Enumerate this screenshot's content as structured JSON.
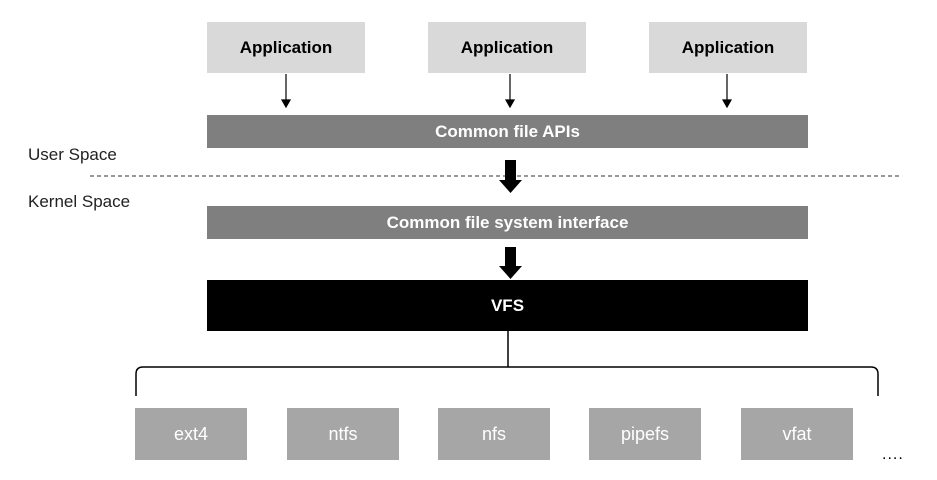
{
  "applications": [
    {
      "label": "Application"
    },
    {
      "label": "Application"
    },
    {
      "label": "Application"
    }
  ],
  "common_file_apis": "Common file APIs",
  "user_space_label": "User Space",
  "kernel_space_label": "Kernel Space",
  "common_fs_interface": "Common file system interface",
  "vfs": "VFS",
  "filesystems": [
    "ext4",
    "ntfs",
    "nfs",
    "pipefs",
    "vfat"
  ],
  "more": "....",
  "colors": {
    "application_box": "#d9d9d9",
    "api_bar": "#7f7f7f",
    "vfs_box": "#000000",
    "filesystem_box": "#a6a6a6"
  }
}
